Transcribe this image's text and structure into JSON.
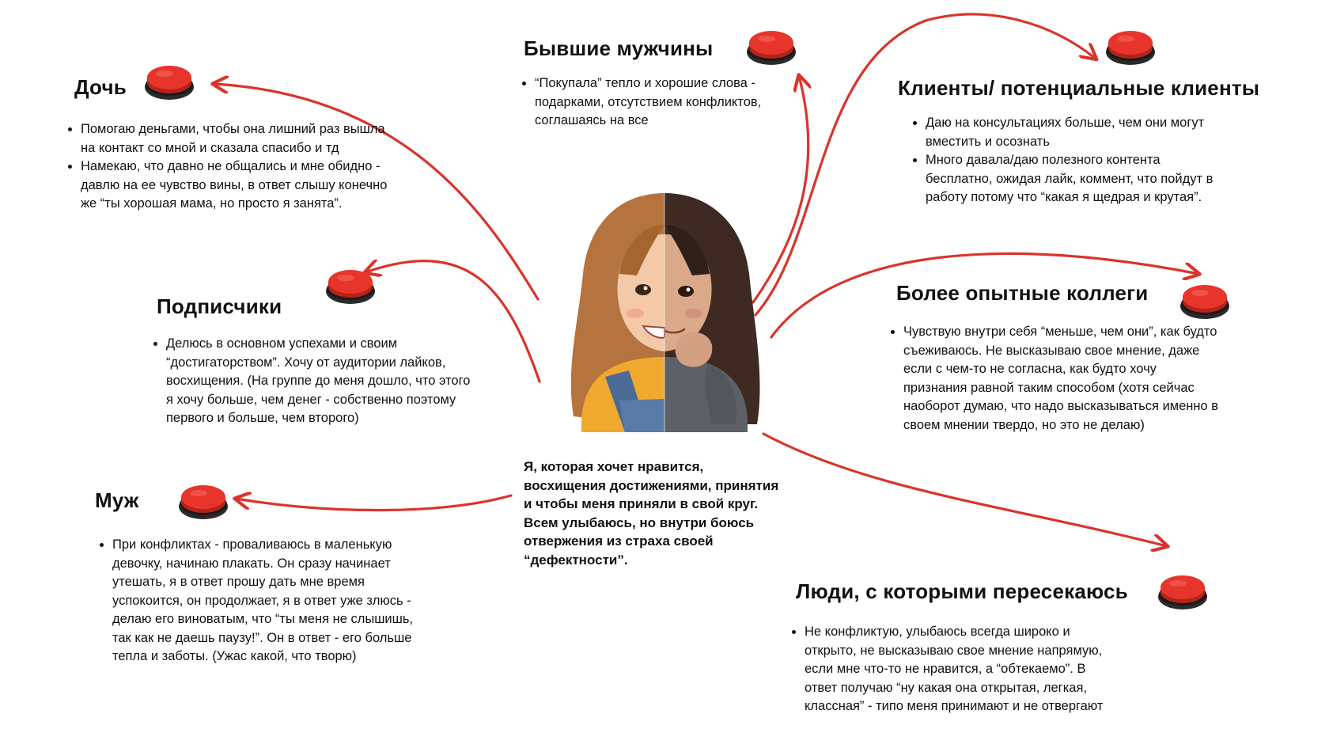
{
  "center": {
    "line1": "Я, которая хочет нравится, восхищения  достижениями, принятия  и чтобы меня приняли в свой круг.",
    "line2": "Всем улыбаюсь, но внутри боюсь отвержения из страха своей “дефектности”."
  },
  "nodes": {
    "doch": {
      "title": "Дочь",
      "items": [
        "Помогаю деньгами, чтобы она лишний раз вышла на контакт со мной и сказала спасибо и тд",
        "Намекаю, что давно не общались и мне обидно  - давлю на ее чувство вины, в ответ слышу конечно же “ты хорошая мама, но просто я занята”."
      ]
    },
    "podpischiki": {
      "title": "Подписчики",
      "items": [
        "Делюсь в основном успехами и своим “достигаторством”. Хочу от аудитории лайков, восхищения. (На группе до меня дошло, что этого я хочу больше, чем денег - собственно поэтому первого и больше, чем второго)"
      ]
    },
    "muzh": {
      "title": "Муж",
      "items": [
        "При конфликтах - проваливаюсь в маленькую девочку, начинаю плакать. Он сразу начинает утешать, я в ответ прошу дать мне время успокоится, он продолжает, я в ответ уже злюсь - делаю его виноватым, что “ты меня не слышишь, так как не даешь паузу!”. Он в ответ - его больше тепла и заботы. (Ужас какой, что творю)"
      ]
    },
    "byvshie": {
      "title": "Бывшие мужчины",
      "items": [
        "“Покупала” тепло и хорошие слова - подарками, отсутствием конфликтов, соглашаясь на все"
      ]
    },
    "klienty": {
      "title": "Клиенты/ потенциальные клиенты",
      "items": [
        "Даю на консультациях больше, чем они могут вместить и осознать",
        "Много давала/даю полезного контента бесплатно, ожидая лайк, коммент, что пойдут в работу  потому что  “какая я щедрая и крутая”."
      ]
    },
    "kollegi": {
      "title": "Более опытные коллеги",
      "items": [
        "Чувствую внутри себя “меньше, чем они”, как будто съеживаюсь. Не высказываю свое мнение, даже если с чем-то не согласна, как будто хочу признания равной таким способом (хотя сейчас наоборот думаю, что надо высказываться именно в своем мнении твердо, но это не делаю)"
      ]
    },
    "lyudi": {
      "title": "Люди, с которыми пересекаюсь",
      "items": [
        "Не конфликтую,  улыбаюсь всегда широко и открыто, не высказываю свое мнение напрямую, если мне что-то не нравится, а “обтекаемо”. В ответ получаю “ну какая она открытая, легкая, классная”  - типо меня принимают и не отвергают"
      ]
    }
  },
  "colors": {
    "arrow": "#d9342b",
    "button_top": "#e8352c",
    "button_base": "#2a2a2a"
  },
  "icons": {
    "button": "red-push-button-icon",
    "portrait": "girl-portrait-illustration"
  }
}
